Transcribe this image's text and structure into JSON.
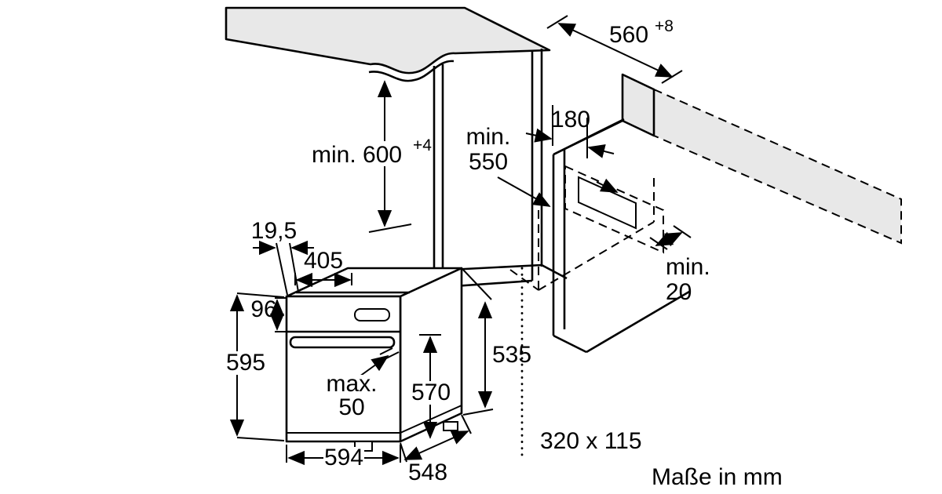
{
  "figure": {
    "units_note": "Maße in mm",
    "vent_cutout_label": "320 x 115"
  },
  "dimensions": {
    "niche_width": {
      "value": "560",
      "tolerance": "+8"
    },
    "niche_height": {
      "prefix": "min. 600",
      "tolerance": "+4"
    },
    "niche_depth": {
      "line1": "min.",
      "line2": "550"
    },
    "rear_clearance": {
      "value": "180"
    },
    "side_clearance": {
      "line1": "min.",
      "line2": "20"
    },
    "panel_offset": "19,5",
    "top_depth": "405",
    "panel_height": "96",
    "oven_height": "595",
    "rear_height": "535",
    "door_height": "570",
    "handle_clearance": {
      "line1": "max.",
      "line2": "50"
    },
    "oven_width": "594",
    "oven_depth": "548"
  }
}
